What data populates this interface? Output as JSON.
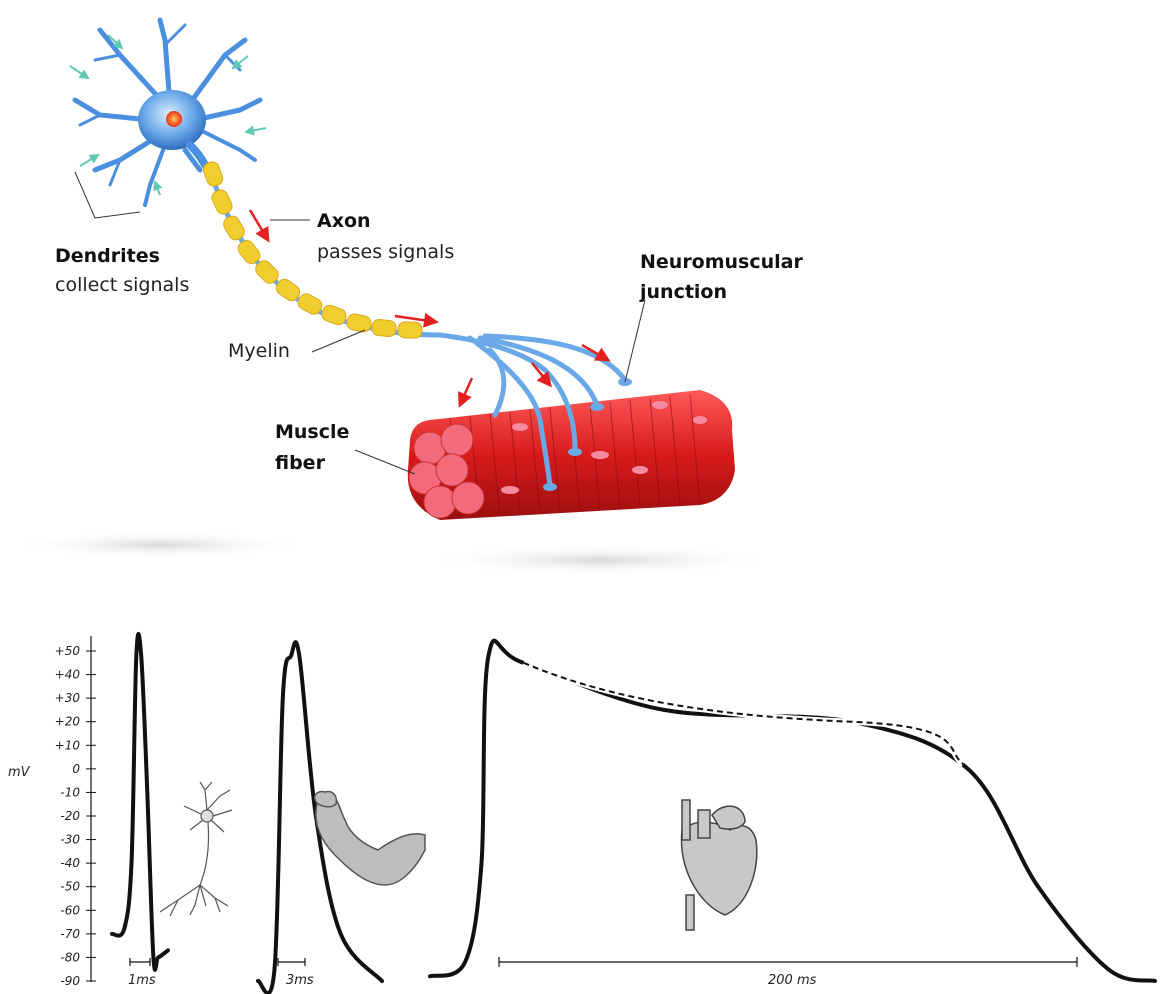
{
  "diagram": {
    "labels": {
      "dendrites_title": "Dendrites",
      "dendrites_desc": "collect signals",
      "axon_title": "Axon",
      "axon_desc": "passes signals",
      "nmj_line1": "Neuromuscular",
      "nmj_line2": "junction",
      "myelin": "Myelin",
      "muscle_line1": "Muscle",
      "muscle_line2": "fiber"
    }
  },
  "chart_data": {
    "type": "line",
    "ylabel": "mV",
    "ylim": [
      -90,
      50
    ],
    "yticks": [
      "+50",
      "+40",
      "+30",
      "+20",
      "+10",
      "0",
      "-10",
      "-20",
      "-30",
      "-40",
      "-50",
      "-60",
      "-70",
      "-80",
      "-90"
    ],
    "series": [
      {
        "kind": "neuron",
        "duration_label": "1ms",
        "points": [
          [
            0,
            -70
          ],
          [
            0.5,
            -68
          ],
          [
            0.8,
            -40
          ],
          [
            1.0,
            48
          ],
          [
            1.2,
            48
          ],
          [
            1.45,
            -10
          ],
          [
            1.7,
            -80
          ],
          [
            1.9,
            -80
          ],
          [
            2.3,
            -77
          ]
        ]
      },
      {
        "kind": "skeletal-muscle",
        "duration_label": "3ms",
        "points": [
          [
            0,
            -90
          ],
          [
            1.0,
            -85
          ],
          [
            1.5,
            30
          ],
          [
            2.0,
            48
          ],
          [
            2.5,
            48
          ],
          [
            3.5,
            -20
          ],
          [
            5,
            -70
          ],
          [
            7.5,
            -90
          ]
        ]
      },
      {
        "kind": "cardiac-muscle",
        "duration_label": "200 ms",
        "points": [
          [
            0,
            -88
          ],
          [
            15,
            -82
          ],
          [
            22,
            -40
          ],
          [
            25,
            48
          ],
          [
            40,
            45
          ],
          [
            100,
            25
          ],
          [
            180,
            20
          ],
          [
            230,
            0
          ],
          [
            260,
            -50
          ],
          [
            290,
            -85
          ],
          [
            310,
            -90
          ]
        ]
      }
    ],
    "icons": [
      "neuron-icon",
      "arm-icon",
      "heart-icon"
    ]
  }
}
